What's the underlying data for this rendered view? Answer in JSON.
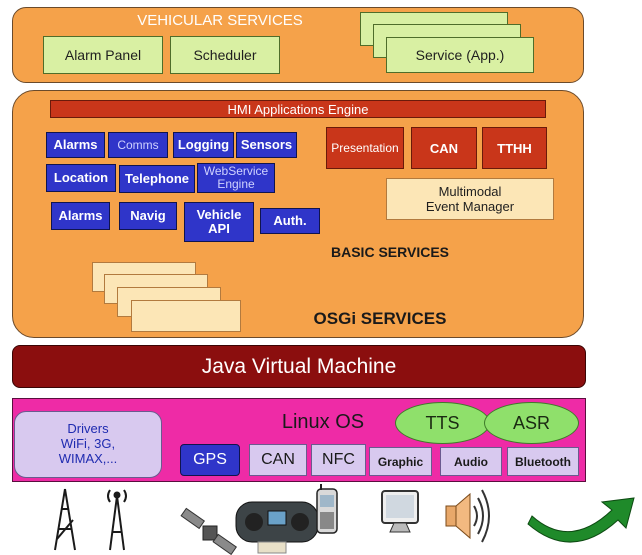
{
  "vehicular": {
    "title": "VEHICULAR SERVICES",
    "alarm_panel": "Alarm Panel",
    "scheduler": "Scheduler",
    "service_app": "Service (App.)"
  },
  "osgi": {
    "hmi_engine": "HMI  Applications Engine",
    "modules": {
      "alarms1": "Alarms",
      "comms": "Comms",
      "logging": "Logging",
      "sensors": "Sensors",
      "location": "Location",
      "telephone": "Telephone",
      "webservice_line1": "WebService",
      "webservice_line2": "Engine",
      "alarms2": "Alarms",
      "navig": "Navig",
      "vehicle_line1": "Vehicle",
      "vehicle_line2": "API",
      "auth": "Auth."
    },
    "presentation": "Presentation",
    "can": "CAN",
    "tthh": "TTHH",
    "mm_line1": "Multimodal",
    "mm_line2": "Event Manager",
    "basic_services": "BASIC SERVICES",
    "osgi_services": "OSGi SERVICES"
  },
  "jvm": {
    "label": "Java Virtual Machine"
  },
  "linux": {
    "title": "Linux OS",
    "drivers_line1": "Drivers",
    "drivers_line2": "WiFi, 3G,",
    "drivers_line3": "WIMAX,...",
    "gps": "GPS",
    "can": "CAN",
    "nfc": "NFC",
    "graphic": "Graphic",
    "audio": "Audio",
    "bluetooth": "Bluetooth",
    "tts": "TTS",
    "asr": "ASR"
  },
  "colors": {
    "orange": "#f5a24a",
    "maroon": "#8b0e0e",
    "magenta": "#ee2ba6",
    "blue": "#2f35c9",
    "red": "#c9361a",
    "green": "#d9f0a3"
  },
  "icons": [
    "tower-icon",
    "antenna-icon",
    "satellite-icon",
    "steering-wheel-icon",
    "mobile-phone-icon",
    "monitor-icon",
    "speaker-icon",
    "curved-arrow-icon"
  ]
}
